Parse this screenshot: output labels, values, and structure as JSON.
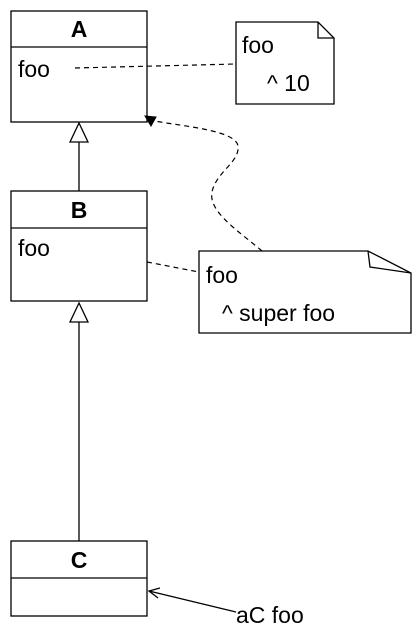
{
  "classes": {
    "a": {
      "name": "A",
      "method": "foo"
    },
    "b": {
      "name": "B",
      "method": "foo"
    },
    "c": {
      "name": "C"
    }
  },
  "notes": {
    "a_foo": {
      "line1": "foo",
      "line2": "^ 10"
    },
    "b_foo": {
      "line1": "foo",
      "line2": "^ super foo"
    }
  },
  "message": {
    "label": "aC foo"
  }
}
